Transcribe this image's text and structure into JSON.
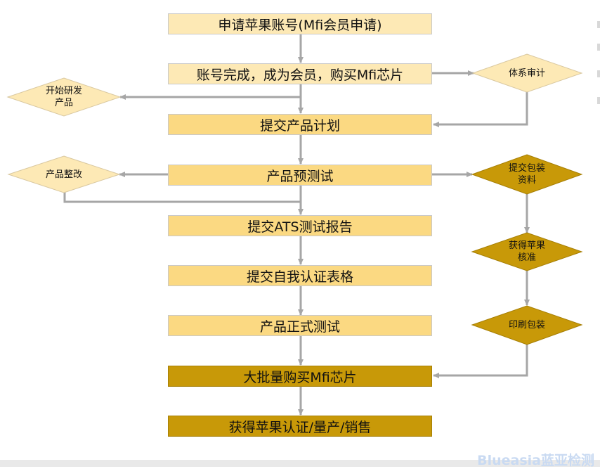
{
  "steps": [
    "申请苹果账号(Mfi会员申请)",
    "账号完成，成为会员，购买Mfi芯片",
    "提交产品计划",
    "产品预测试",
    "提交ATS测试报告",
    "提交自我认证表格",
    "产品正式测试",
    "大批量购买Mfi芯片",
    "获得苹果认证/量产/销售"
  ],
  "left_diamonds": {
    "start_dev": [
      "开始研发",
      "产品"
    ],
    "rectify": [
      "产品整改"
    ]
  },
  "right_diamonds": {
    "system_audit": [
      "体系审计"
    ],
    "submit_packaging": [
      "提交包装",
      "资料"
    ],
    "apple_approval": [
      "获得苹果",
      "核准"
    ],
    "print_packaging": [
      "印刷包装"
    ]
  },
  "watermark": "Blueasia蓝亚检测",
  "colors": {
    "light": "#fde9b5",
    "mid": "#fbd982",
    "gold": "#c89908",
    "arrow": "#a6a6a6",
    "diamond_light": "#fde9b5",
    "diamond_gold": "#c89908"
  }
}
